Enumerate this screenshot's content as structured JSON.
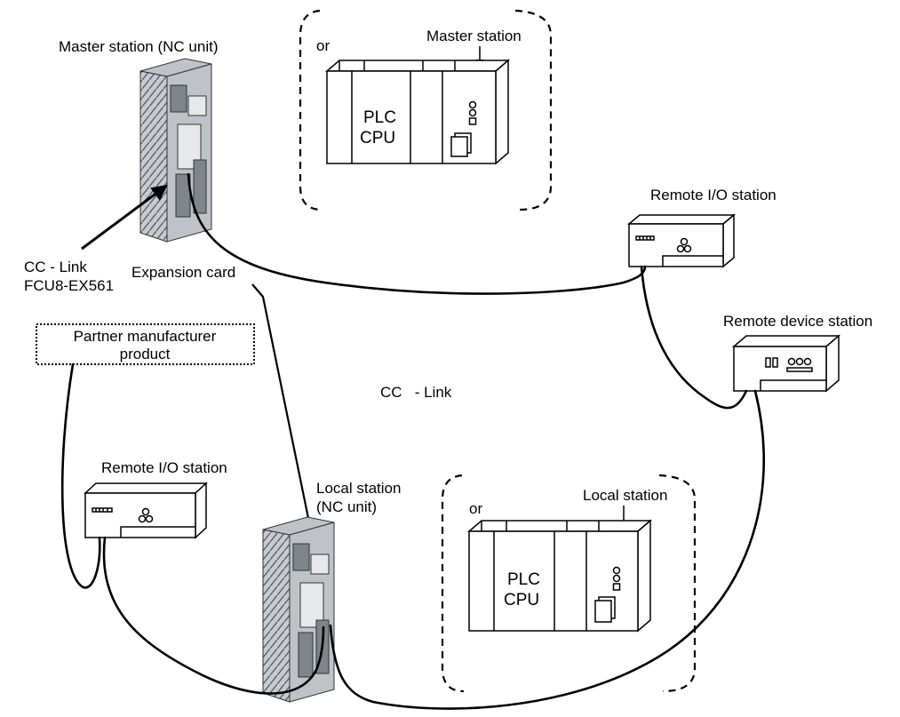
{
  "labels": {
    "master_station_nc": "Master station (NC unit)",
    "or_top": "or",
    "master_station": "Master station",
    "plc_top_line1": "PLC",
    "plc_top_line2": "CPU",
    "remote_io_top": "Remote I/O station",
    "cc_link_card_line1": "CC - Link",
    "cc_link_card_line2": "FCU8-EX561",
    "expansion_card": "Expansion card",
    "partner_line1": "Partner manufacturer",
    "partner_line2": "product",
    "cc_link_network": "CC   - Link",
    "remote_device_station": "Remote device station",
    "remote_io_bottom": "Remote I/O station",
    "local_station_nc_line1": "Local station",
    "local_station_nc_line2": "(NC unit)",
    "or_bottom": "or",
    "local_station": "Local station",
    "plc_bottom_line1": "PLC",
    "plc_bottom_line2": "CPU"
  }
}
